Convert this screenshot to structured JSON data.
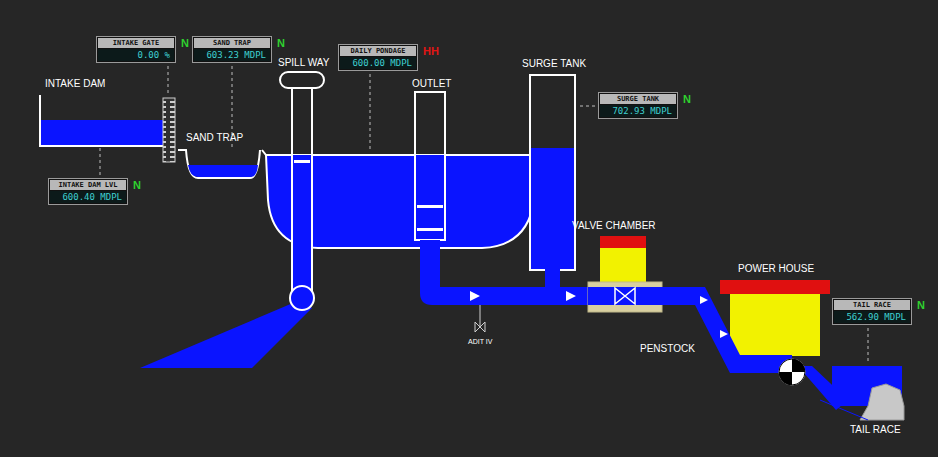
{
  "diagram": {
    "nodes": [
      {
        "text": [
          "INTAKE GATE",
          "0.00 %"
        ]
      },
      {
        "text": [
          "SAND TRAP",
          "603.23 MDPL"
        ]
      },
      {
        "text": [
          "DAILY PONDAGE",
          "600.00 MDPL"
        ]
      },
      {
        "text": [
          "SURGE TANK",
          "702.93 MDPL"
        ]
      },
      {
        "text": [
          "INTAKE DAM LVL",
          "600.40 MDPL"
        ]
      },
      {
        "text": [
          "TAIL RACE",
          "562.90 MDPL"
        ]
      }
    ],
    "labels": [
      "INTAKE DAM",
      "SAND TRAP",
      "SPILL WAY",
      "OUTLET",
      "SURGE TANK",
      "VALVE CHAMBER",
      "POWER HOUSE",
      "PENSTOCK",
      "TAIL RACE",
      "ADIT IV",
      "N",
      "N",
      "HH",
      "N",
      "N",
      "N"
    ]
  }
}
